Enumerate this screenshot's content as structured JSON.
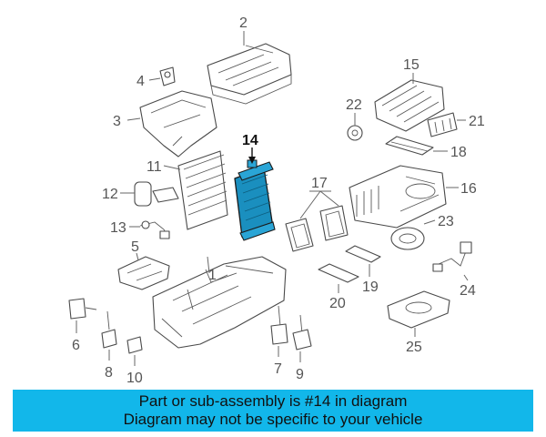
{
  "callouts": {
    "c1": "1",
    "c2": "2",
    "c3": "3",
    "c4": "4",
    "c5": "5",
    "c6": "6",
    "c7": "7",
    "c8": "8",
    "c9": "9",
    "c10": "10",
    "c11": "11",
    "c12": "12",
    "c13": "13",
    "c14": "14",
    "c15": "15",
    "c16": "16",
    "c17": "17",
    "c18": "18",
    "c19": "19",
    "c20": "20",
    "c21": "21",
    "c22": "22",
    "c23": "23",
    "c24": "24",
    "c25": "25"
  },
  "highlight_color": "#1a8fbf",
  "banner": {
    "line1": "Part or sub-assembly is #14 in diagram",
    "line2": "Diagram may not be specific to your vehicle",
    "background": "#12b7ea"
  }
}
